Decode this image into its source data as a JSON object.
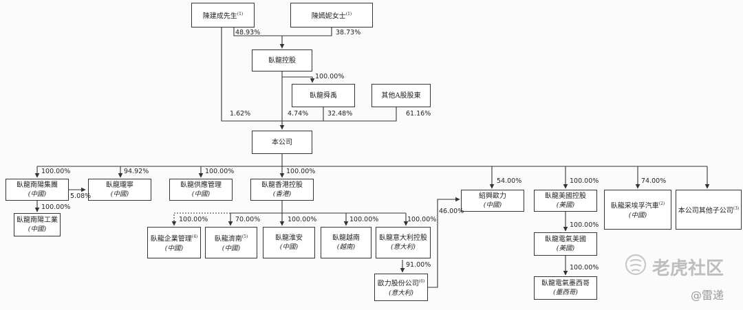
{
  "nodes": {
    "chen_jiancheng": {
      "name": "陳建成先生",
      "note": "(1)"
    },
    "chen_yanni": {
      "name": "陳嫣妮女士",
      "note": "(1)"
    },
    "wolong_holding": {
      "name": "臥龍控股"
    },
    "wolong_shunjun": {
      "name": "臥龍舜禹"
    },
    "other_a": {
      "name": "其他A股股東"
    },
    "company": {
      "name": "本公司"
    },
    "nanyang_group": {
      "name": "臥龍南陽集團",
      "sub": "(中國)"
    },
    "wolong_lingji": {
      "name": "臥龍瓏寧",
      "sub": "(中國)"
    },
    "supply_chain": {
      "name": "臥龍供應管理",
      "sub": "(中國)"
    },
    "hk_holding": {
      "name": "臥龍香港控股",
      "sub": "(香港)"
    },
    "shaoxing_ouli": {
      "name": "紹興歐力",
      "sub": "(中國)"
    },
    "us_holding": {
      "name": "臥龍美國控股",
      "sub": "(美國)"
    },
    "cai_auto": {
      "name": "臥龍采埃孚汽車",
      "note": "(2)",
      "sub": "(中國)"
    },
    "other_subs": {
      "name": "本公司其他子公司",
      "note": "(3)"
    },
    "nanyang_industry": {
      "name": "臥龍南陽工業",
      "sub": "(中國)"
    },
    "enterprise_mgmt": {
      "name": "臥龍企業管理",
      "note": "(4)",
      "sub": "(中國)"
    },
    "jinan": {
      "name": "臥龍濟南",
      "note": "(5)",
      "sub": "(中國)"
    },
    "huaian": {
      "name": "臥龍淮安",
      "sub": "(中國)"
    },
    "vietnam": {
      "name": "臥龍越南",
      "sub": "(越南)"
    },
    "italy_holding": {
      "name": "臥龍意大利控股",
      "sub": "(意大利)"
    },
    "ouli_shares": {
      "name": "歐力股份公司",
      "note": "(6)",
      "sub": "(意大利)"
    },
    "electric_us": {
      "name": "臥龍電氣美國",
      "sub": "(美國)"
    },
    "electric_mexico": {
      "name": "臥龍電氣墨西哥",
      "sub": "(墨西哥)"
    }
  },
  "percents": {
    "p_chen_jc_holding": "48.93%",
    "p_chen_yn_holding": "38.73%",
    "p_holding_shunjun": "100.00%",
    "p_chen_jc_company": "1.62%",
    "p_holding_company": "4.74%",
    "p_shunjun_company": "32.48%",
    "p_other_company": "61.16%",
    "p_nanyang_group": "100.00%",
    "p_lingji": "94.92%",
    "p_supply": "100.00%",
    "p_hk": "100.00%",
    "p_shaoxing": "54.00%",
    "p_us_holding": "100.00%",
    "p_cai": "74.00%",
    "p_group_lingji": "5.08%",
    "p_nanyang_industry": "100.00%",
    "p_enterprise": "100.00%",
    "p_jinan": "70.00%",
    "p_huaian": "100.00%",
    "p_vietnam": "100.00%",
    "p_italy": "100.00%",
    "p_ouli_shares": "91.00%",
    "p_shaoxing_ouli": "46.00%",
    "p_electric_us": "100.00%",
    "p_mexico": "100.00%"
  },
  "watermark": {
    "brand": "老虎社区",
    "handle": "@雷递"
  },
  "colors": {
    "line": "#333333",
    "watermark": "#bdbdbd"
  }
}
